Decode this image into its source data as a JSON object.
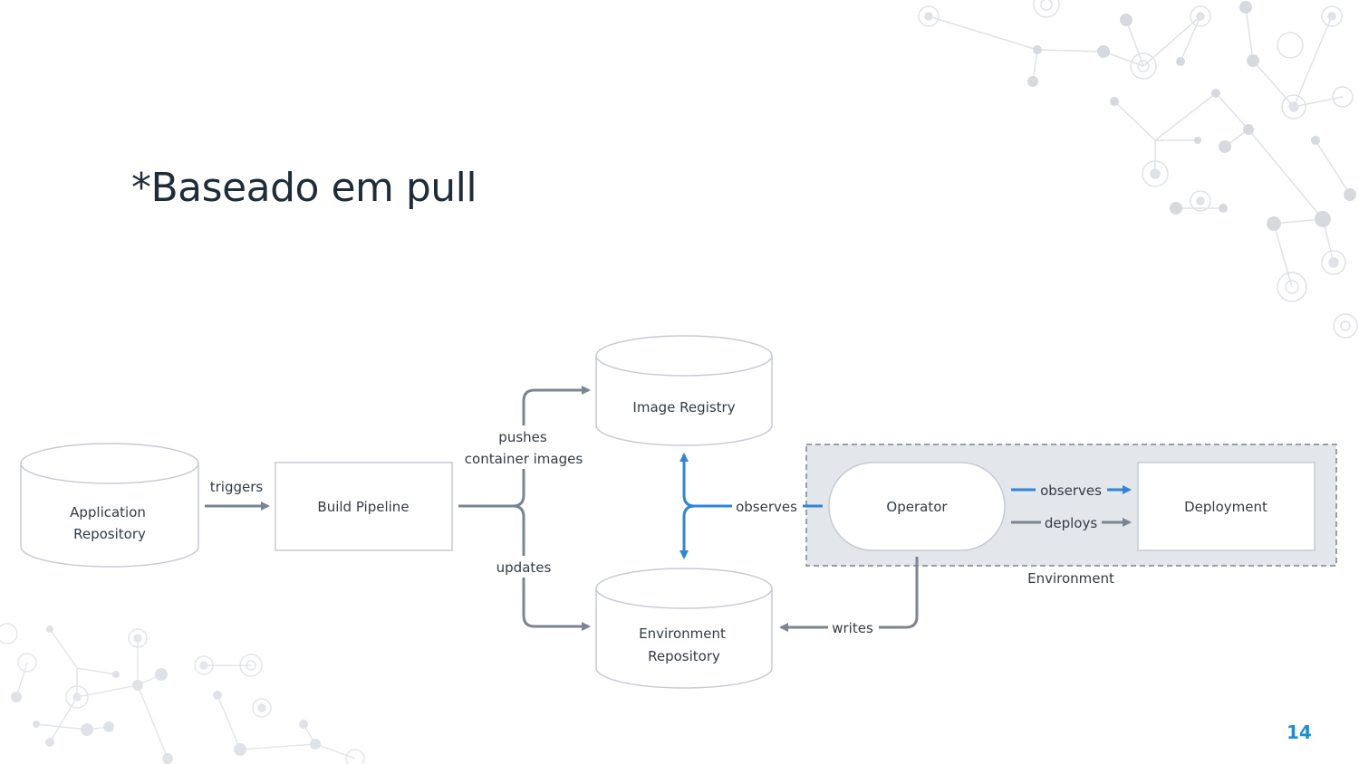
{
  "slide": {
    "title": "*Baseado em pull",
    "page_number": "14"
  },
  "diagram": {
    "nodes": {
      "app_repo": [
        "Application",
        "Repository"
      ],
      "build_pipeline": "Build Pipeline",
      "image_registry": "Image Registry",
      "env_repo": [
        "Environment",
        "Repository"
      ],
      "operator": "Operator",
      "deployment": "Deployment",
      "environment_group": "Environment"
    },
    "edges": {
      "triggers": "triggers",
      "pushes_line1": "pushes",
      "pushes_line2": "container images",
      "updates": "updates",
      "observes_left": "observes",
      "observes_right": "observes",
      "deploys": "deploys",
      "writes": "writes"
    },
    "colors": {
      "gray_arrow": "#7b8591",
      "blue_arrow": "#2f86d6",
      "box_stroke": "#c5cbd3",
      "env_fill": "#e3e6ea",
      "text": "#333b45",
      "accent": "#1a8fd8"
    }
  }
}
